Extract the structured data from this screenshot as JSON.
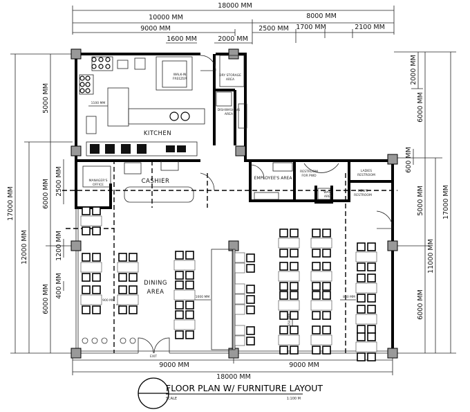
{
  "title": {
    "text": "FLOOR PLAN W/ FURNITURE LAYOUT",
    "scale_label": "SCALE",
    "scale_value": "1:100 M"
  },
  "dimensions": {
    "top": {
      "overall": "18000 MM",
      "left_block": "10000 MM",
      "right_block": "8000 MM",
      "kitchen": "9000 MM",
      "d_2500": "2500 MM",
      "d_1700": "1700 MM",
      "d_2100": "2100 MM",
      "d_1600": "1600 MM",
      "d_2000": "2000 MM"
    },
    "left": {
      "overall": "17000 MM",
      "d_12000": "12000 MM",
      "d_5000": "5000 MM",
      "d_6000a": "6000 MM",
      "d_6000b": "6000 MM",
      "d_2500": "2500 MM",
      "d_1200": "1200 MM",
      "d_400": "400 MM"
    },
    "right": {
      "d_2000": "2000 MM",
      "d_6000a": "6000 MM",
      "d_600": "600 MM",
      "d_5000": "5000 MM",
      "d_6000b": "6000 MM",
      "d_11000": "11000 MM",
      "overall": "17000 MM"
    },
    "bottom": {
      "left_half": "9000 MM",
      "right_half": "9000 MM",
      "overall": "18000 MM"
    },
    "interior": {
      "kitchen_clearance": "1100 MM",
      "aisle_1000": "1000 MM",
      "aisle_900": "900 MM",
      "aisle_860": "860 MM",
      "aisle_650": "650 MM"
    }
  },
  "rooms": {
    "kitchen": "KITCHEN",
    "cashier": "CASHIER",
    "dining_line1": "DINING",
    "dining_line2": "AREA",
    "employees": "EMPLOYEE'S AREA",
    "walk_in_1": "WALK-IN",
    "walk_in_2": "FREEZER",
    "dry_storage_1": "DRY STORAGE",
    "dry_storage_2": "AREA",
    "dishwashing_1": "DISHWASHING",
    "dishwashing_2": "AREA",
    "pwd_1": "RESTROOM",
    "pwd_2": "FOR PWD",
    "ladies_1": "LADIES",
    "ladies_2": "RESTROOM",
    "mens_1": "MEN'S",
    "mens_2": "RESTROOM",
    "wash_1": "WASH",
    "wash_2": "AREA",
    "manager_1": "MANAGER'S",
    "manager_2": "OFFICE",
    "exit": "EXIT"
  }
}
